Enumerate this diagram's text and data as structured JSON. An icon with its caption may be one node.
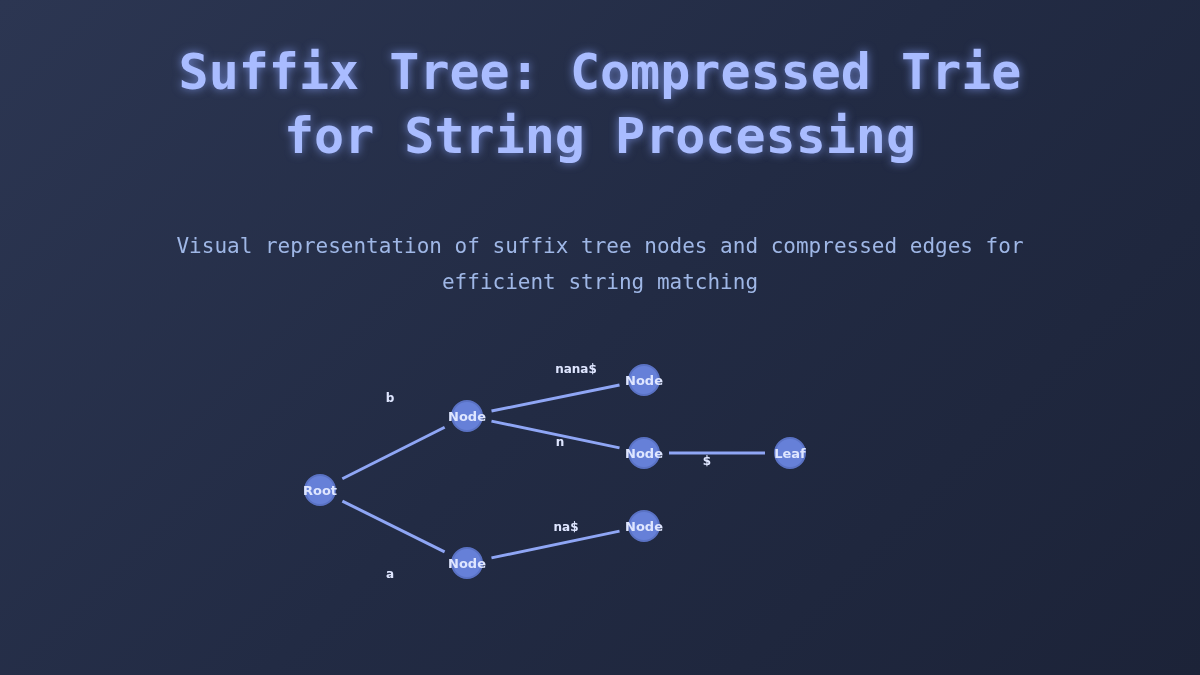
{
  "diagram": {
    "title": "Suffix Tree: Compressed Trie for String Processing",
    "caption": "Visual representation of suffix tree nodes and compressed edges for efficient string matching",
    "nodes": [
      {
        "text": [
          "Root"
        ]
      },
      {
        "text": [
          "Node"
        ]
      },
      {
        "text": [
          "Node"
        ]
      },
      {
        "text": [
          "Node"
        ]
      },
      {
        "text": [
          "Leaf"
        ]
      },
      {
        "text": [
          "Node"
        ]
      },
      {
        "text": [
          "Node"
        ]
      }
    ],
    "edges": [
      {
        "from": 0,
        "to": 1,
        "arrow": "none",
        "label": "b"
      },
      {
        "from": 1,
        "to": 2,
        "arrow": "none",
        "label": "nana$"
      },
      {
        "from": 1,
        "to": 3,
        "arrow": "none",
        "label": "n"
      },
      {
        "from": 3,
        "to": 4,
        "arrow": "none",
        "label": "$"
      },
      {
        "from": 0,
        "to": 5,
        "arrow": "none",
        "label": "a"
      },
      {
        "from": 5,
        "to": 6,
        "arrow": "none",
        "label": "na$"
      }
    ]
  }
}
